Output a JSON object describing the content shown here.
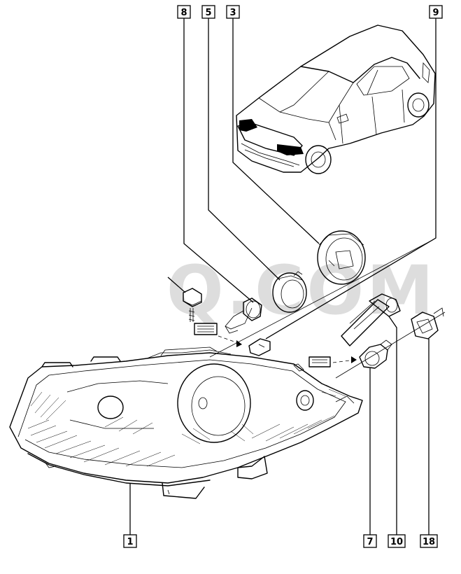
{
  "watermark": "Q.COM",
  "callouts": [
    {
      "id": "callout-1",
      "label": "1"
    },
    {
      "id": "callout-3",
      "label": "3"
    },
    {
      "id": "callout-5",
      "label": "5"
    },
    {
      "id": "callout-7",
      "label": "7"
    },
    {
      "id": "callout-8",
      "label": "8"
    },
    {
      "id": "callout-9",
      "label": "9"
    },
    {
      "id": "callout-10",
      "label": "10"
    },
    {
      "id": "callout-18",
      "label": "18"
    }
  ],
  "colors": {
    "line": "#000000",
    "background": "#ffffff",
    "watermark": "#dddddd"
  },
  "icons": [
    "car-illustration",
    "headlamp-assembly",
    "bulb",
    "bulb-holder",
    "cover-cap",
    "screw",
    "connector",
    "arrow"
  ]
}
